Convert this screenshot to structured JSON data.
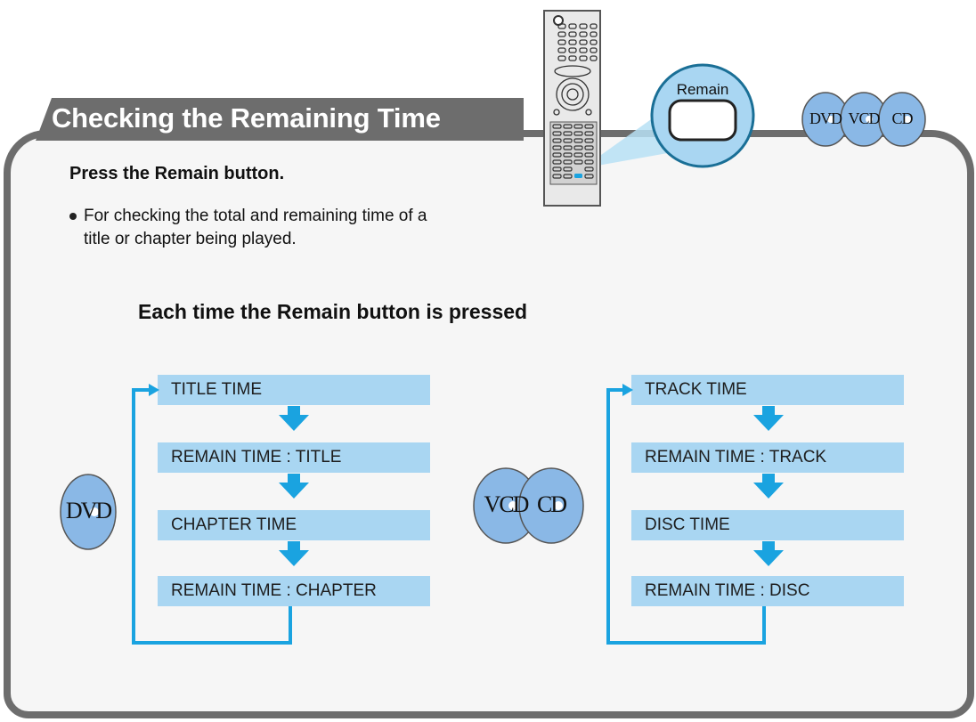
{
  "header": {
    "title": "Checking the Remaining Time"
  },
  "remote": {
    "zoom_label": "Remain"
  },
  "disc_badges": {
    "top": [
      "DVD",
      "VCD",
      "CD"
    ],
    "left": [
      "DVD"
    ],
    "right": [
      "VCD",
      "CD"
    ]
  },
  "instructions": {
    "press": "Press the Remain button.",
    "bullet_line1": "For checking the total and remaining time of a",
    "bullet_line2": "title or chapter being played."
  },
  "cycle": {
    "heading": "Each time the Remain button is pressed",
    "dvd_steps": [
      "TITLE TIME",
      "REMAIN TIME : TITLE",
      "CHAPTER TIME",
      "REMAIN TIME : CHAPTER"
    ],
    "vcd_cd_steps": [
      "TRACK TIME",
      "REMAIN TIME : TRACK",
      "DISC TIME",
      "REMAIN TIME : DISC"
    ]
  },
  "colors": {
    "accent_blue": "#1aa3e0",
    "box_fill": "#a9d6f2",
    "frame": "#6d6d6d",
    "disc_fill": "#8ab8e6"
  }
}
